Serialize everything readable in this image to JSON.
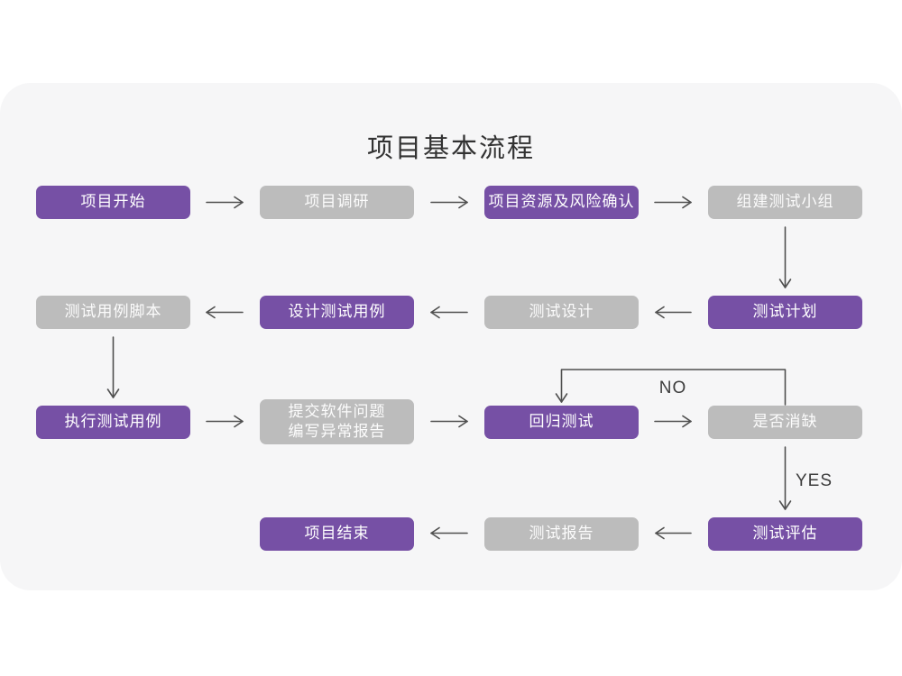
{
  "page": {
    "title": "项目基本流程"
  },
  "colors": {
    "page_background": "#ffffff",
    "card_background": "#f6f6f7",
    "primary_node": "#7650a5",
    "secondary_node": "#bcbcbc",
    "node_text": "#ffffff",
    "arrow": "#4f4f4f",
    "title_text": "#323232"
  },
  "flowchart": {
    "nodes": [
      {
        "id": "project-start",
        "label": "项目开始",
        "style": "primary"
      },
      {
        "id": "project-research",
        "label": "项目调研",
        "style": "secondary"
      },
      {
        "id": "resources-and-risk",
        "label": "项目资源及风险确认",
        "style": "primary"
      },
      {
        "id": "build-test-team",
        "label": "组建测试小组",
        "style": "secondary"
      },
      {
        "id": "test-plan",
        "label": "测试计划",
        "style": "primary"
      },
      {
        "id": "test-design",
        "label": "测试设计",
        "style": "secondary"
      },
      {
        "id": "design-test-cases",
        "label": "设计测试用例",
        "style": "primary"
      },
      {
        "id": "test-case-scripts",
        "label": "测试用例脚本",
        "style": "secondary"
      },
      {
        "id": "run-test-cases",
        "label": "执行测试用例",
        "style": "primary"
      },
      {
        "id": "submit-issue-report",
        "label": "提交软件问题\n编写异常报告",
        "style": "secondary"
      },
      {
        "id": "regression-test",
        "label": "回归测试",
        "style": "primary"
      },
      {
        "id": "defect-cleared",
        "label": "是否消缺",
        "style": "secondary"
      },
      {
        "id": "test-evaluation",
        "label": "测试评估",
        "style": "primary"
      },
      {
        "id": "test-report",
        "label": "测试报告",
        "style": "secondary"
      },
      {
        "id": "project-end",
        "label": "项目结束",
        "style": "primary"
      }
    ],
    "edge_labels": {
      "no": "NO",
      "yes": "YES"
    }
  }
}
